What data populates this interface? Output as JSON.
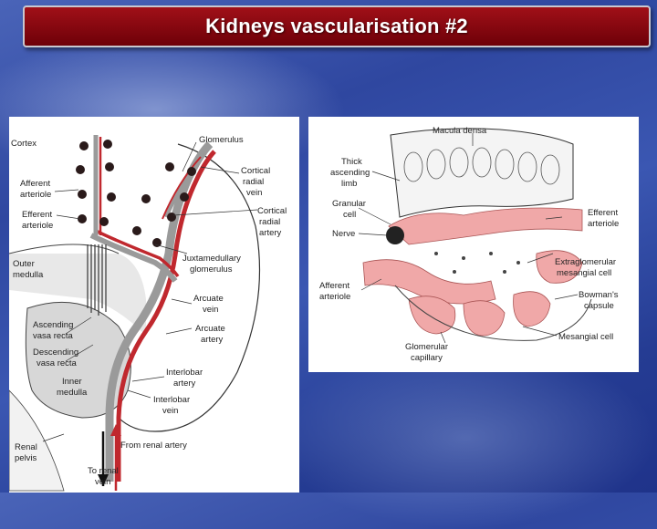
{
  "slide": {
    "title": "Kidneys vascularisation #2"
  },
  "left_figure": {
    "labels": {
      "cortex": "Cortex",
      "glomerulus": "Glomerulus",
      "afferent_1": "Afferent",
      "afferent_2": "arteriole",
      "efferent_1": "Efferent",
      "efferent_2": "arteriole",
      "cortical_vein_1": "Cortical",
      "cortical_vein_2": "radial",
      "cortical_vein_3": "vein",
      "cortical_artery_1": "Cortical",
      "cortical_artery_2": "radial",
      "cortical_artery_3": "artery",
      "juxta_1": "Juxtamedullary",
      "juxta_2": "glomerulus",
      "outer_medulla_1": "Outer",
      "outer_medulla_2": "medulla",
      "arcuate_vein_1": "Arcuate",
      "arcuate_vein_2": "vein",
      "arcuate_artery_1": "Arcuate",
      "arcuate_artery_2": "artery",
      "asc_vasa_1": "Ascending",
      "asc_vasa_2": "vasa recta",
      "desc_vasa_1": "Descending",
      "desc_vasa_2": "vasa recta",
      "inner_medulla_1": "Inner",
      "inner_medulla_2": "medulla",
      "interlobar_artery_1": "Interlobar",
      "interlobar_artery_2": "artery",
      "interlobar_vein_1": "Interlobar",
      "interlobar_vein_2": "vein",
      "renal_pelvis_1": "Renal",
      "renal_pelvis_2": "pelvis",
      "from_renal_artery": "From renal artery",
      "to_renal_vein_1": "To renal",
      "to_renal_vein_2": "vein"
    }
  },
  "right_figure": {
    "labels": {
      "macula_densa": "Macula densa",
      "thick_1": "Thick",
      "thick_2": "ascending",
      "thick_3": "limb",
      "granular_1": "Granular",
      "granular_2": "cell",
      "nerve": "Nerve",
      "efferent_1": "Efferent",
      "efferent_2": "arteriole",
      "extraglom_1": "Extraglomerular",
      "extraglom_2": "mesangial cell",
      "afferent_1": "Afferent",
      "afferent_2": "arteriole",
      "bowman_1": "Bowman's",
      "bowman_2": "capsule",
      "mesangial": "Mesangial cell",
      "glom_cap_1": "Glomerular",
      "glom_cap_2": "capillary"
    }
  },
  "colors": {
    "title_bar": "#8a0a12",
    "artery": "#c0282e",
    "vein": "#8a8a8a",
    "tissue_pink": "#f0a8a8"
  }
}
